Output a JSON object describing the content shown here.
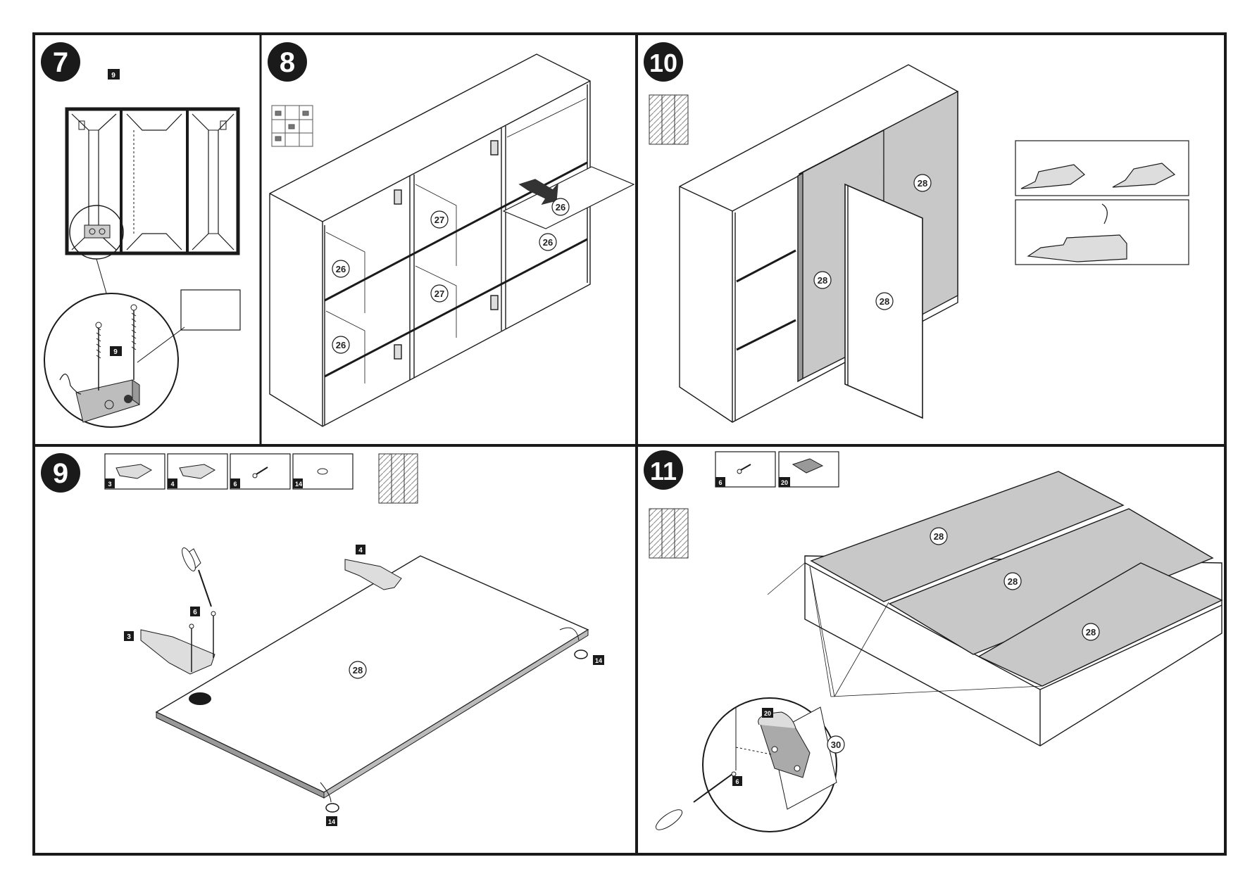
{
  "colors": {
    "frame": "#1a1a1a",
    "panel_grey": "#c8c8c8",
    "badge_bg": "#1a1a1a",
    "badge_text": "#ffffff"
  },
  "steps": {
    "s7": {
      "number": "7",
      "part_tag": "9",
      "zoom_screw_tag": "9"
    },
    "s8": {
      "number": "8",
      "callouts": [
        "26",
        "27",
        "26",
        "26",
        "27",
        "26"
      ]
    },
    "s9": {
      "number": "9",
      "parts": [
        {
          "tag": "3",
          "icon": "hinge-icon"
        },
        {
          "tag": "4",
          "icon": "hinge-icon"
        },
        {
          "tag": "6",
          "icon": "screw-icon"
        },
        {
          "tag": "14",
          "icon": "bumper-icon"
        }
      ],
      "tag_hinge_a": "4",
      "tag_screws": "6",
      "tag_hinge_b": "3",
      "tag_bumper_a": "14",
      "tag_bumper_b": "14",
      "panel_label": "28"
    },
    "s10": {
      "number": "10",
      "panel_a": "28",
      "panel_b": "28",
      "panel_c": "28"
    },
    "s11": {
      "number": "11",
      "parts": [
        {
          "tag": "6",
          "icon": "screw-icon"
        },
        {
          "tag": "20",
          "icon": "plate-icon"
        }
      ],
      "panels": [
        "28",
        "28",
        "28"
      ],
      "zoom_plate_tag": "20",
      "zoom_screw_tag": "6",
      "zoom_panel": "30"
    }
  }
}
